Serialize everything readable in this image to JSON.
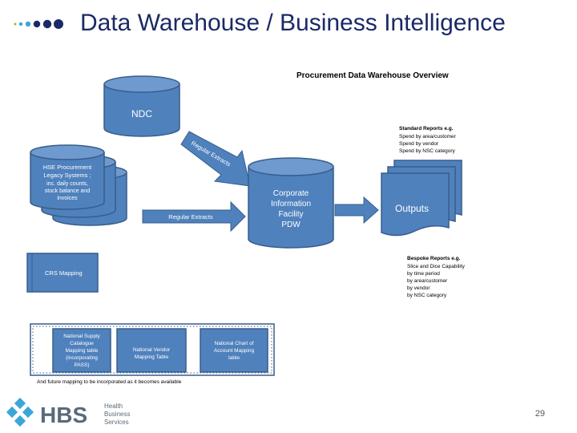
{
  "header": {
    "title": "Data Warehouse / Business Intelligence"
  },
  "diagram": {
    "heading": "Procurement Data Warehouse Overview",
    "ndc": "NDC",
    "legacy": [
      "HSE Procurement",
      "Legacy Systems ;",
      "inc. daily counts,",
      "stock balance and",
      "invoices"
    ],
    "regular_extracts_diag": "Regular Extracts",
    "regular_extracts": "Regular Extracts",
    "cif": [
      "Corporate",
      "Information",
      "Facility",
      "PDW"
    ],
    "outputs": "Outputs",
    "standard_reports": [
      "Standard Reports e.g.",
      "Spend by area/customer",
      "Spend by vendor",
      "Spend by NSC category"
    ],
    "bespoke_reports": [
      "Bespoke Reports e.g.",
      "Slice and Dice Capability",
      "by time period",
      "by area/customer",
      "by vendor",
      "by NSC category"
    ],
    "crs_mapping": "CRS Mapping",
    "mapping_tables": [
      [
        "National Supply",
        "Catalogue",
        "Mapping table",
        "(incorporating",
        "PASS)"
      ],
      [
        "National Vendor",
        "Mapping Table"
      ],
      [
        "National Chart of",
        "Account Mapping",
        "table"
      ]
    ],
    "footnote": "And future mapping to be incorporated as it becomes available"
  },
  "footer": {
    "logo_text": "HBS",
    "logo_sub": [
      "Health",
      "Business",
      "Services"
    ],
    "page_number": "29"
  },
  "colors": {
    "title": "#1a2a66",
    "box_fill": "#4f81bd",
    "box_stroke": "#385d8a"
  }
}
